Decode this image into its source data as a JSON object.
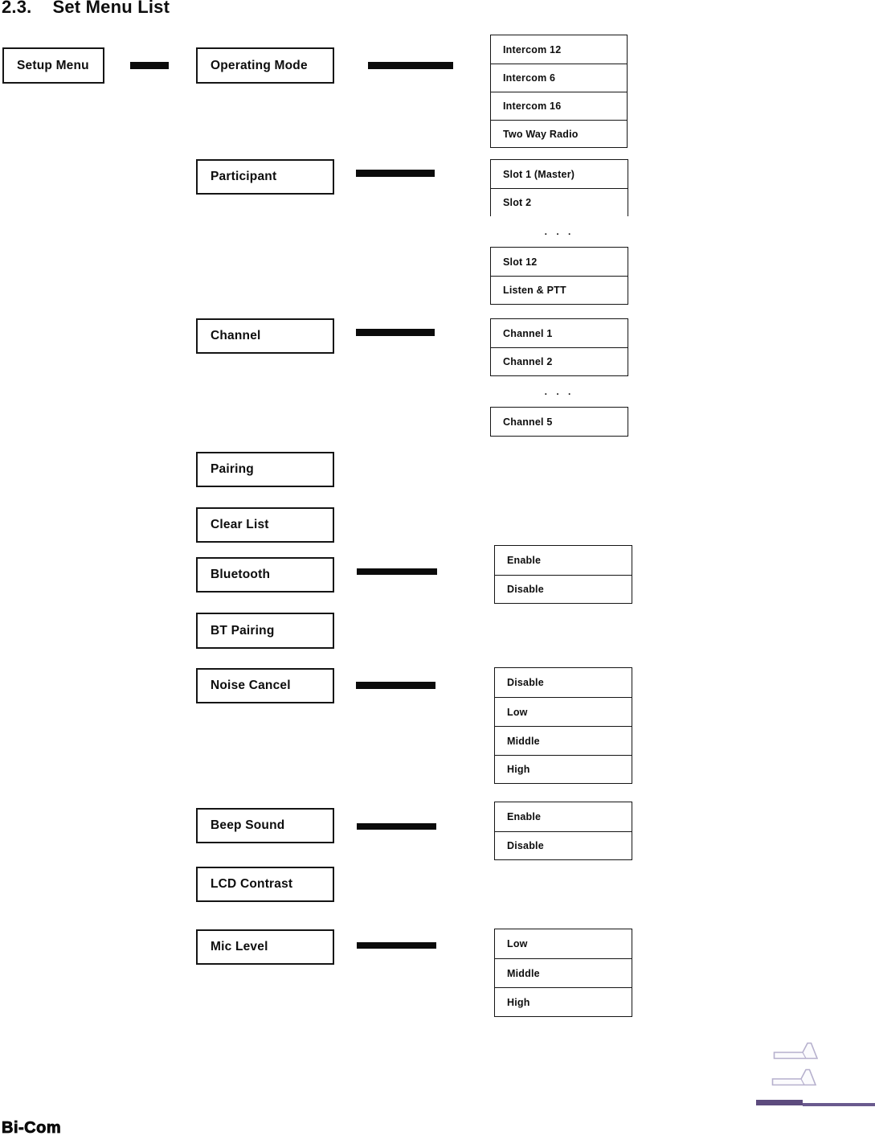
{
  "page": {
    "title_number": "2.3.",
    "title_text": "Set Menu List",
    "footer_brand": "Bi-Com"
  },
  "tree": {
    "root_label": "Setup Menu",
    "items": [
      {
        "label": "Operating Mode"
      },
      {
        "label": "Participant"
      },
      {
        "label": "Channel"
      },
      {
        "label": "Pairing"
      },
      {
        "label": "Clear List"
      },
      {
        "label": "Bluetooth"
      },
      {
        "label": "BT Pairing"
      },
      {
        "label": "Noise Cancel"
      },
      {
        "label": "Beep Sound"
      },
      {
        "label": "LCD Contrast"
      },
      {
        "label": "Mic Level"
      }
    ],
    "options": {
      "operating_mode": [
        "Intercom 12",
        "Intercom 6",
        "Intercom 16",
        "Two Way Radio"
      ],
      "participant_top": [
        "Slot 1 (Master)",
        "Slot 2"
      ],
      "participant_ellipsis": ". . .",
      "participant_bottom": [
        "Slot 12",
        "Listen & PTT"
      ],
      "channel_top": [
        "Channel 1",
        "Channel 2"
      ],
      "channel_ellipsis": ". . .",
      "channel_bottom": [
        "Channel 5"
      ],
      "bluetooth": [
        "Enable",
        "Disable"
      ],
      "noise_cancel": [
        "Disable",
        "Low",
        "Middle",
        "High"
      ],
      "beep_sound": [
        "Enable",
        "Disable"
      ],
      "mic_level": [
        "Low",
        "Middle",
        "High"
      ]
    }
  },
  "colors": {
    "logo_bar": "#5d4b7e",
    "logo_line": "#6a5a8e",
    "logo_outline": "#b6b0cd",
    "logo_fill": "#fbfbfd"
  }
}
